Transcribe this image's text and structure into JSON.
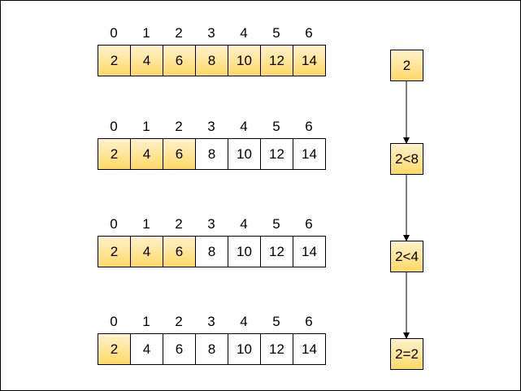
{
  "indices": [
    "0",
    "1",
    "2",
    "3",
    "4",
    "5",
    "6"
  ],
  "steps": [
    {
      "values": [
        "2",
        "4",
        "6",
        "8",
        "10",
        "12",
        "14"
      ],
      "highlighted": [
        true,
        true,
        true,
        true,
        true,
        true,
        true
      ],
      "compare": "2"
    },
    {
      "values": [
        "2",
        "4",
        "6",
        "8",
        "10",
        "12",
        "14"
      ],
      "highlighted": [
        true,
        true,
        true,
        false,
        false,
        false,
        false
      ],
      "compare": "2<8"
    },
    {
      "values": [
        "2",
        "4",
        "6",
        "8",
        "10",
        "12",
        "14"
      ],
      "highlighted": [
        true,
        true,
        true,
        false,
        false,
        false,
        false
      ],
      "compare": "2<4"
    },
    {
      "values": [
        "2",
        "4",
        "6",
        "8",
        "10",
        "12",
        "14"
      ],
      "highlighted": [
        true,
        false,
        false,
        false,
        false,
        false,
        false
      ],
      "compare": "2=2"
    }
  ],
  "colors": {
    "highlight_top": "#fff2cc",
    "highlight_bottom": "#ffd966",
    "stroke": "#000000"
  }
}
